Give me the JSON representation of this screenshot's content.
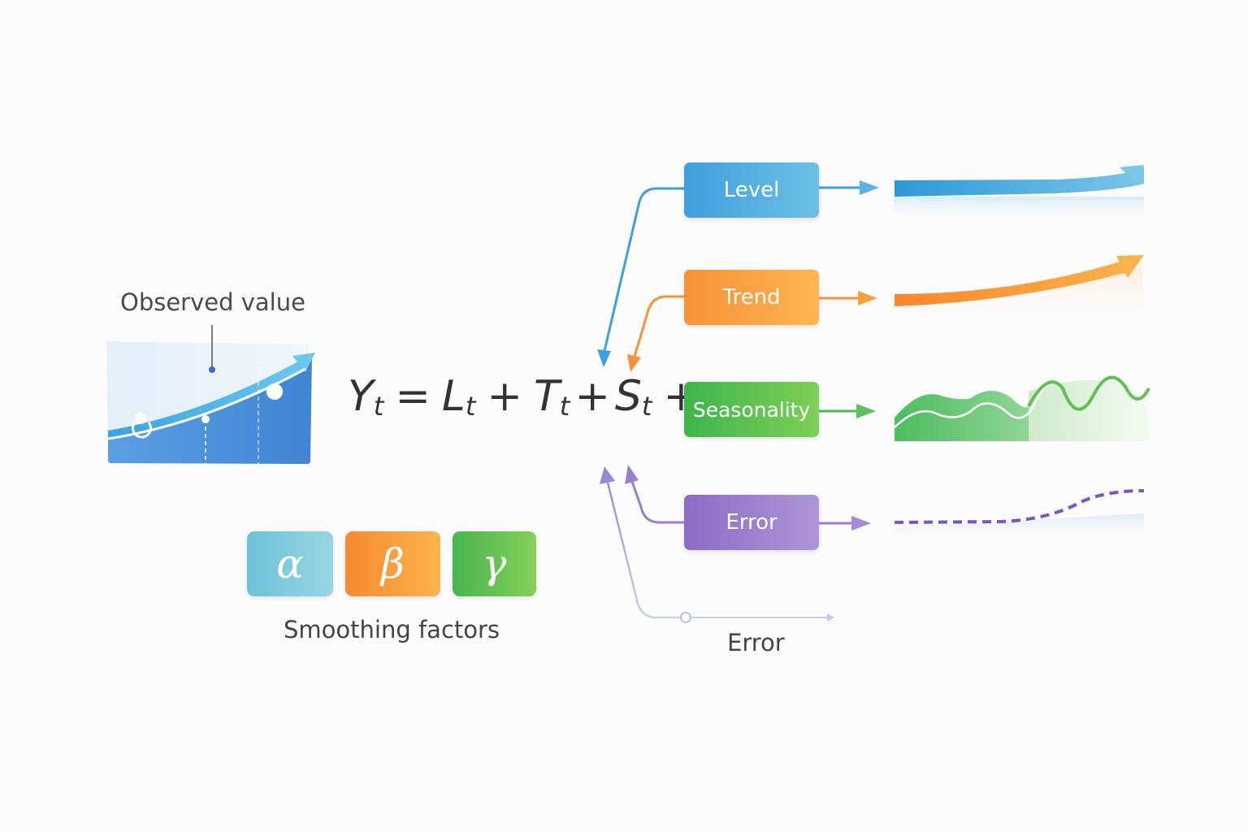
{
  "observed": {
    "label": "Observed value"
  },
  "equation": {
    "y": "Y",
    "y_sub": "t",
    "eq": "=",
    "l": "L",
    "l_sub": "t",
    "plus1": "+",
    "t": "T",
    "t_sub": "t",
    "plus2": "+",
    "s": "S",
    "s_sub": "t",
    "plus3": "+"
  },
  "components": [
    {
      "label": "Level",
      "color": "#3e9fdc"
    },
    {
      "label": "Trend",
      "color": "#f7913a"
    },
    {
      "label": "Seasonality",
      "color": "#3fb44d"
    },
    {
      "label": "Error",
      "color": "#8b6bc6"
    }
  ],
  "smoothing": {
    "alpha": "α",
    "beta": "β",
    "gamma": "γ",
    "label": "Smoothing factors"
  },
  "error_feedback": {
    "label": "Error"
  }
}
